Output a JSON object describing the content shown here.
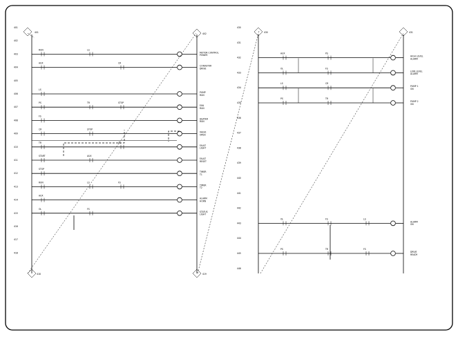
{
  "left_rungs": [
    {
      "num": "401",
      "row": "num-only"
    },
    {
      "num": "402",
      "row": "num-only"
    },
    {
      "num": "403",
      "coil_label": "MOTOR CONTROL\nPOWER",
      "row": "main"
    },
    {
      "num": "404",
      "coil_label": "CONVEYOR\nDRIVE",
      "row": "main"
    },
    {
      "num": "405",
      "row": "num-only"
    },
    {
      "num": "406",
      "coil_label": "PUMP\nRUN",
      "row": "main"
    },
    {
      "num": "407",
      "coil_label": "FAN\nRUN",
      "row": "main"
    },
    {
      "num": "408",
      "coil_label": "HEATER\nRUN",
      "row": "main"
    },
    {
      "num": "409",
      "coil_label": "VALVE\nOPEN",
      "row": "branch"
    },
    {
      "num": "410",
      "coil_label": "FAULT\nLIGHT",
      "row": "main"
    },
    {
      "num": "411",
      "coil_label": "FAULT\nRESET",
      "row": "main"
    },
    {
      "num": "412",
      "coil_label": "TIMER\nT1",
      "row": "main"
    },
    {
      "num": "413",
      "coil_label": "TIMER\nT2",
      "row": "main"
    },
    {
      "num": "414",
      "coil_label": "ALARM\nHORN",
      "row": "main"
    },
    {
      "num": "415",
      "coil_label": "STATUS\nLIGHT",
      "row": "main"
    },
    {
      "num": "416",
      "row": "num-only"
    },
    {
      "num": "417",
      "row": "num-only"
    },
    {
      "num": "418",
      "row": "num-only"
    }
  ],
  "right_rungs": [
    {
      "num": "430",
      "row": "num-only"
    },
    {
      "num": "431",
      "row": "num-only"
    },
    {
      "num": "432",
      "coil_label": "HIGH LEVEL\nALARM",
      "row": "main"
    },
    {
      "num": "433",
      "coil_label": "LOW LEVEL\nALARM",
      "row": "branch"
    },
    {
      "num": "434",
      "coil_label": "PUMP 1\nON",
      "row": "main"
    },
    {
      "num": "435",
      "coil_label": "PUMP 2\nON",
      "row": "branch"
    },
    {
      "num": "436",
      "row": "num-only"
    },
    {
      "num": "437",
      "row": "num-only"
    },
    {
      "num": "438",
      "row": "num-only"
    },
    {
      "num": "439",
      "row": "num-only"
    },
    {
      "num": "440",
      "row": "num-only"
    },
    {
      "num": "441",
      "row": "num-only"
    },
    {
      "num": "442",
      "row": "num-only"
    },
    {
      "num": "443",
      "coil_label": "ALARM\nON",
      "row": "main"
    },
    {
      "num": "444",
      "row": "num-only"
    },
    {
      "num": "445",
      "coil_label": "DRIVE\nREADY",
      "row": "main"
    },
    {
      "num": "446",
      "row": "num-only"
    }
  ],
  "corner_tags": {
    "left_top": "401",
    "left_bottom": "418",
    "middle_top": "402",
    "middle_bottom": "419",
    "right_top": "430",
    "right_top2": "431"
  },
  "contact_labels": {
    "start": "START",
    "stop": "STOP",
    "run": "RUN",
    "aux": "AUX",
    "ol": "OL",
    "ls": "LS",
    "ps": "PS",
    "fs": "FS",
    "cr": "CR",
    "tr": "TR"
  }
}
